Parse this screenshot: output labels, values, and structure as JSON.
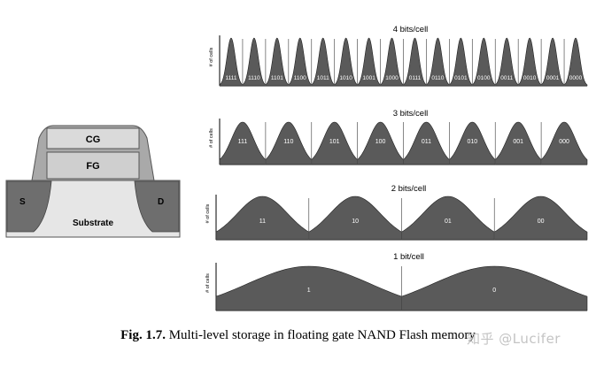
{
  "device": {
    "control_gate_label": "CG",
    "floating_gate_label": "FG",
    "source_label": "S",
    "drain_label": "D",
    "substrate_label": "Substrate"
  },
  "y_axis_label": "# of cells",
  "panels": [
    {
      "title": "4 bits/cell",
      "states": [
        "1111",
        "1110",
        "1101",
        "1100",
        "1011",
        "1010",
        "1001",
        "1000",
        "0111",
        "0110",
        "0101",
        "0100",
        "0011",
        "0010",
        "0001",
        "0000"
      ]
    },
    {
      "title": "3 bits/cell",
      "states": [
        "111",
        "110",
        "101",
        "100",
        "011",
        "010",
        "001",
        "000"
      ]
    },
    {
      "title": "2 bits/cell",
      "states": [
        "11",
        "10",
        "01",
        "00"
      ]
    },
    {
      "title": "1 bit/cell",
      "states": [
        "1",
        "0"
      ]
    }
  ],
  "caption": {
    "figure_number": "Fig. 1.7.",
    "text": " Multi-level storage in floating gate NAND Flash memory"
  },
  "watermark": "知乎 @Lucifer",
  "colors": {
    "fill": "#5a5a5a",
    "gate_fill": "#d4d4d4",
    "spacer_fill": "#a9a9a9",
    "substrate_fill": "#e6e6e6",
    "source_drain_fill": "#6e6e6e"
  }
}
